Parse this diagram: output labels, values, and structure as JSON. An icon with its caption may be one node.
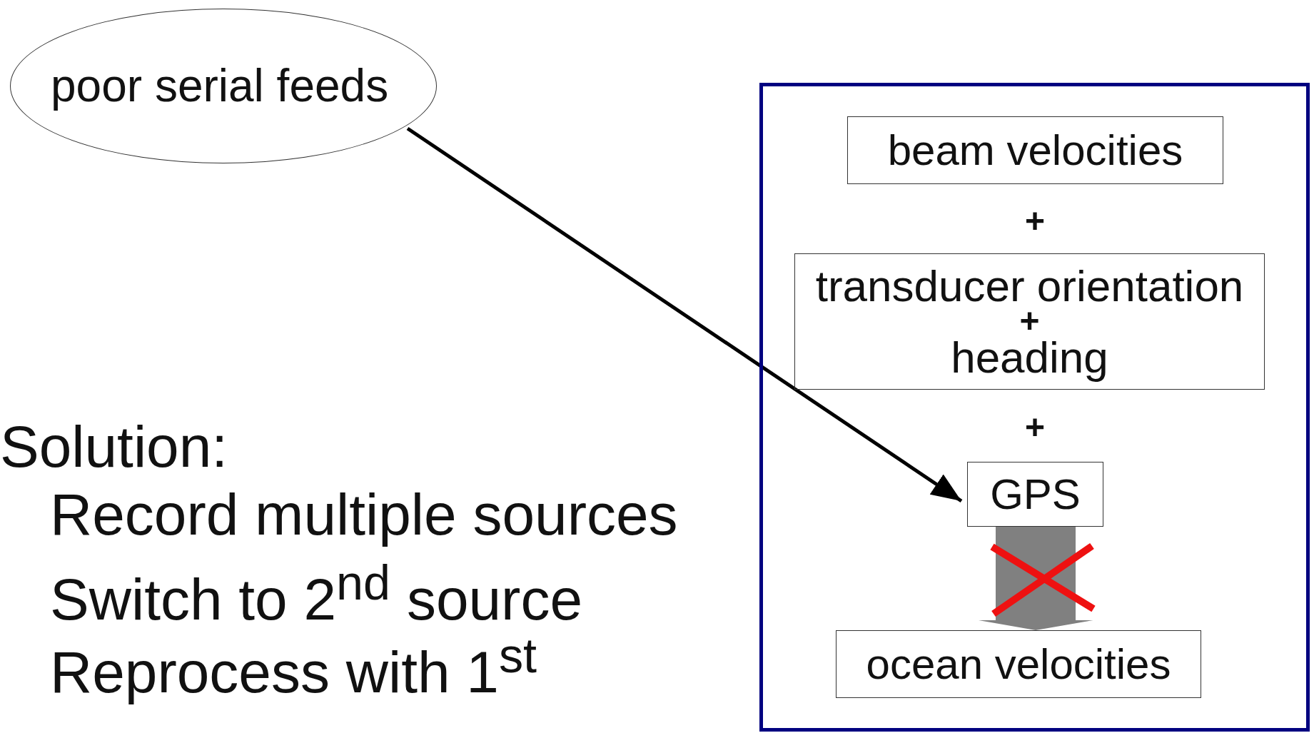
{
  "diagram": {
    "nodes": [
      {
        "text": [
          "poor serial feeds"
        ]
      },
      {
        "text": [],
        "shape": "box"
      },
      {
        "text": [
          "beam velocities"
        ],
        "in": 1
      },
      {
        "text": [
          "transducer orientation",
          "+",
          "heading"
        ],
        "in": 1
      },
      {
        "text": [
          "GPS"
        ],
        "in": 1
      },
      {
        "text": [
          "ocean velocities"
        ],
        "in": 1
      }
    ],
    "edges": [
      {
        "from": 0,
        "to": 4,
        "arrow": "to"
      },
      {
        "from": 4,
        "to": 5,
        "arrow": "to",
        "style": "thick",
        "color": "#808080"
      }
    ],
    "labels": [
      "+",
      "+",
      "Solution:",
      "Record multiple sources",
      "Switch to 2$^{nd}$ source",
      "Reprocess with 1$^{st}$"
    ]
  }
}
